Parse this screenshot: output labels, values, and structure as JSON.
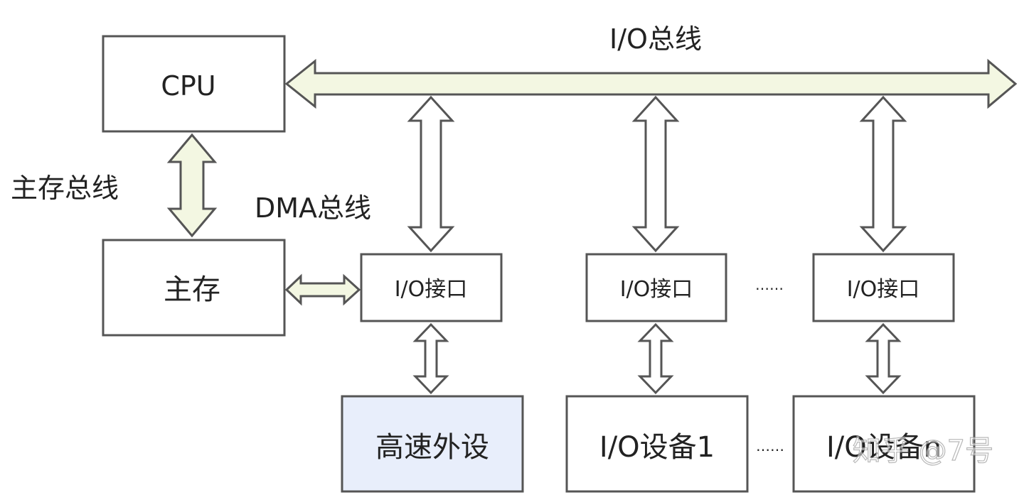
{
  "diagram": {
    "io_bus_label": "I/O总线",
    "main_memory_bus_label": "主存总线",
    "dma_bus_label": "DMA总线",
    "cpu": {
      "label": "CPU"
    },
    "main_memory": {
      "label": "主存"
    },
    "interfaces": [
      {
        "label": "I/O接口"
      },
      {
        "label": "I/O接口"
      },
      {
        "label": "I/O接口"
      }
    ],
    "interface_ellipsis": "……",
    "devices": [
      {
        "label": "高速外设"
      },
      {
        "label": "I/O设备1"
      },
      {
        "label": "I/O设备n"
      }
    ],
    "device_ellipsis": "……",
    "watermark": "知乎 @7号",
    "colors": {
      "box_stroke": "#555555",
      "arrow_fill_bus": "#f3f7e2",
      "high_speed_device_fill": "#e8eefb",
      "text": "#222222"
    }
  }
}
